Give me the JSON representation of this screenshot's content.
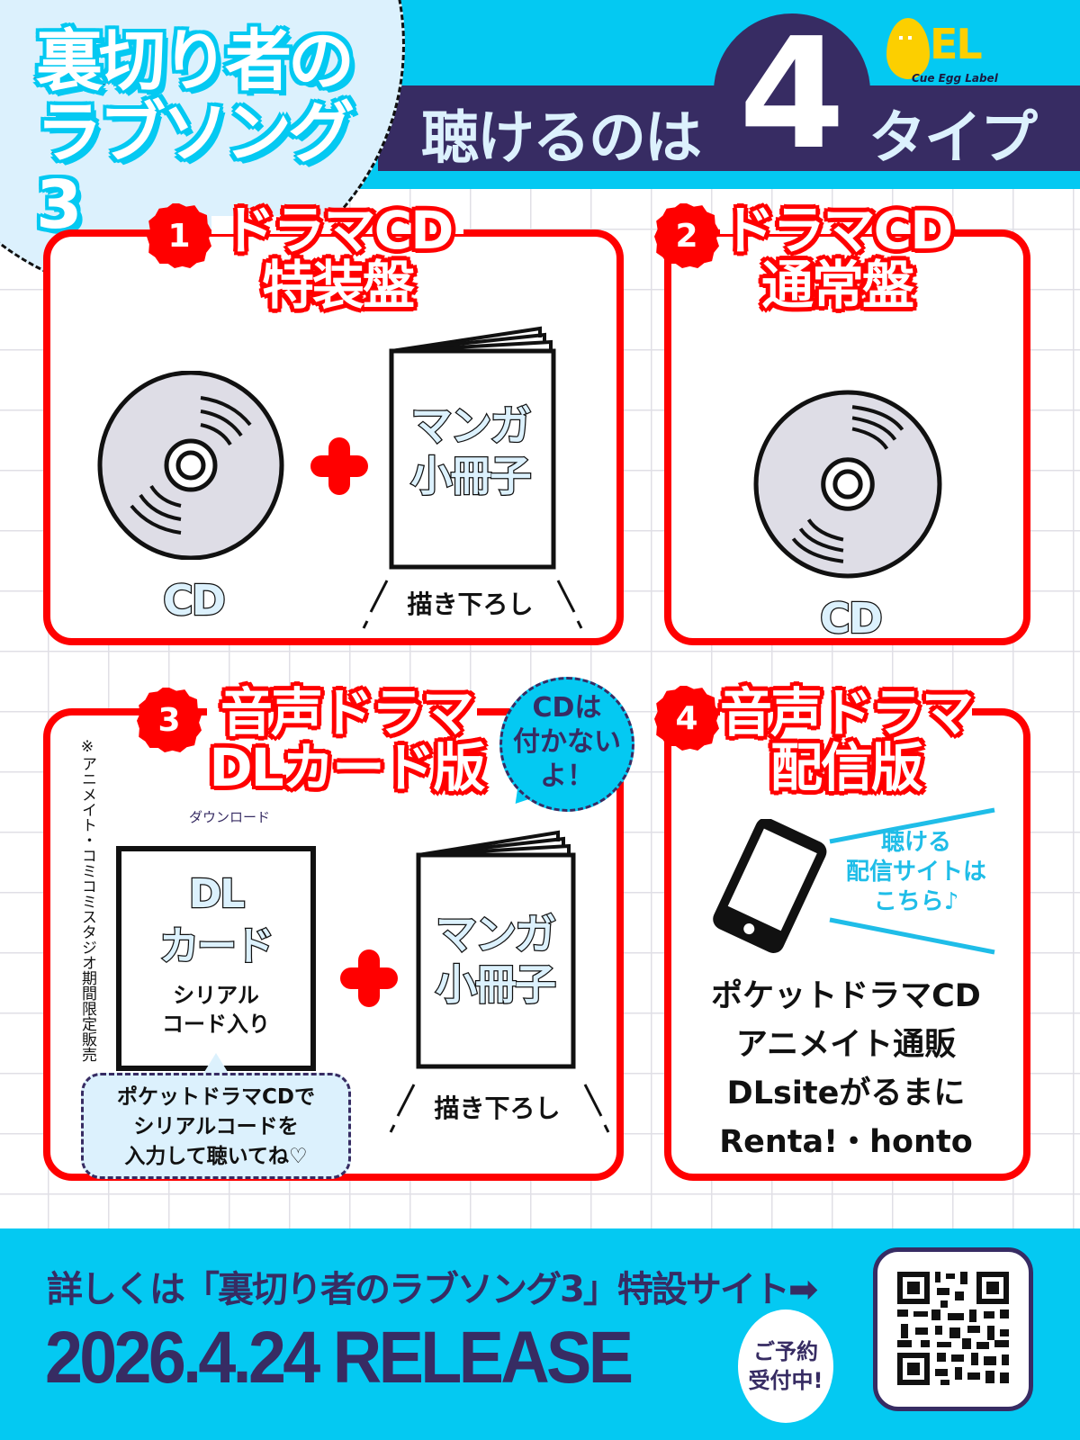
{
  "header": {
    "title_line1": "裏切り者の",
    "title_line2": "ラブソング3",
    "listen_prefix": "聴けるのは",
    "type_count": "4",
    "type_suffix": "タイプ",
    "logo_mark": "EL",
    "logo_text": "Cue Egg Label"
  },
  "colors": {
    "cyan": "#04c9f2",
    "navy": "#372c63",
    "red": "#ff0000",
    "light_blue": "#dcf1fd",
    "logo_yellow": "#fccf00"
  },
  "panels": [
    {
      "number": "1",
      "title_line1": "ドラマCD",
      "title_line2": "特装盤",
      "items": [
        {
          "icon": "cd-icon",
          "label": "CD"
        },
        {
          "icon": "manga-booklet-icon",
          "label_line1": "マンガ",
          "label_line2": "小冊子",
          "caption": "描き下ろし"
        }
      ]
    },
    {
      "number": "2",
      "title_line1": "ドラマCD",
      "title_line2": "通常盤",
      "items": [
        {
          "icon": "cd-icon",
          "label": "CD"
        }
      ]
    },
    {
      "number": "3",
      "title_line1": "音声ドラマ",
      "title_line2": "DLカード版",
      "ruby": "ダウンロード",
      "side_note": "※アニメイト・コミコミスタジオ期間限定販売",
      "speech_bubble_line1": "CDは",
      "speech_bubble_line2": "付かない",
      "speech_bubble_line3": "よ！",
      "items": [
        {
          "icon": "dl-card-icon",
          "label_line1": "DL",
          "label_line2": "カード",
          "sub_line1": "シリアル",
          "sub_line2": "コード入り"
        },
        {
          "icon": "manga-booklet-icon",
          "label_line1": "マンガ",
          "label_line2": "小冊子",
          "caption": "描き下ろし"
        }
      ],
      "note_line1": "ポケットドラマCDで",
      "note_line2": "シリアルコードを",
      "note_line3": "入力して聴いてね♡"
    },
    {
      "number": "4",
      "title_line1": "音声ドラマ",
      "title_line2": "配信版",
      "callout_line1": "聴ける",
      "callout_line2": "配信サイトは",
      "callout_line3": "こちら♪",
      "sites": [
        "ポケットドラマCD",
        "アニメイト通販",
        "DLsiteがるまに",
        "Renta!・honto"
      ]
    }
  ],
  "footer": {
    "info_text": "詳しくは「裏切り者のラブソング3」特設サイト➡",
    "release_text": "2026.4.24 RELEASE",
    "preorder_line1": "ご予約",
    "preorder_line2": "受付中!",
    "qr_label": "qr-code"
  }
}
